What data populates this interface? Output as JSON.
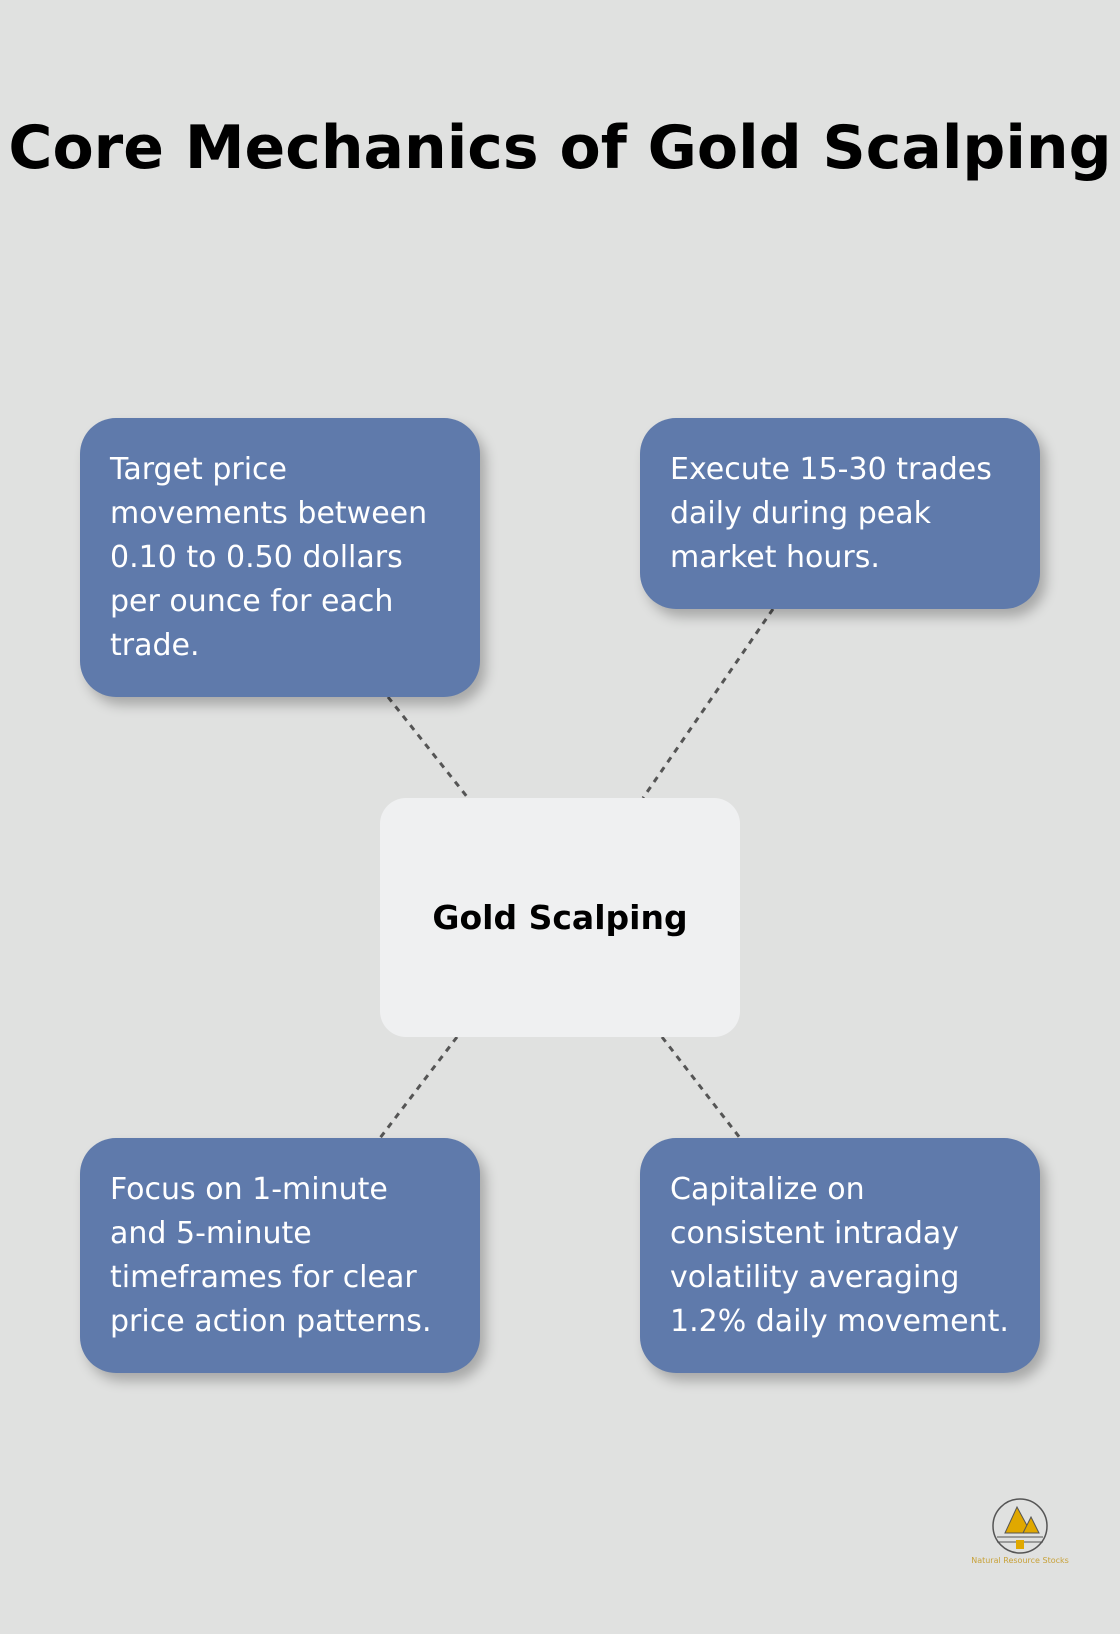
{
  "title": "Core Mechanics of Gold Scalping",
  "center": "Gold Scalping",
  "nodes": [
    "Target price movements between 0.10 to 0.50 dollars per ounce for each trade.",
    "Execute 15-30 trades daily during peak market hours.",
    "Focus on 1-minute and 5-minute timeframes for clear price action patterns.",
    "Capitalize on consistent intraday volatility averaging 1.2% daily movement."
  ],
  "logo_text": "Natural Resource Stocks",
  "colors": {
    "box": "#5f7aab",
    "center": "#eff0f1",
    "background": "#e0e1e0"
  }
}
